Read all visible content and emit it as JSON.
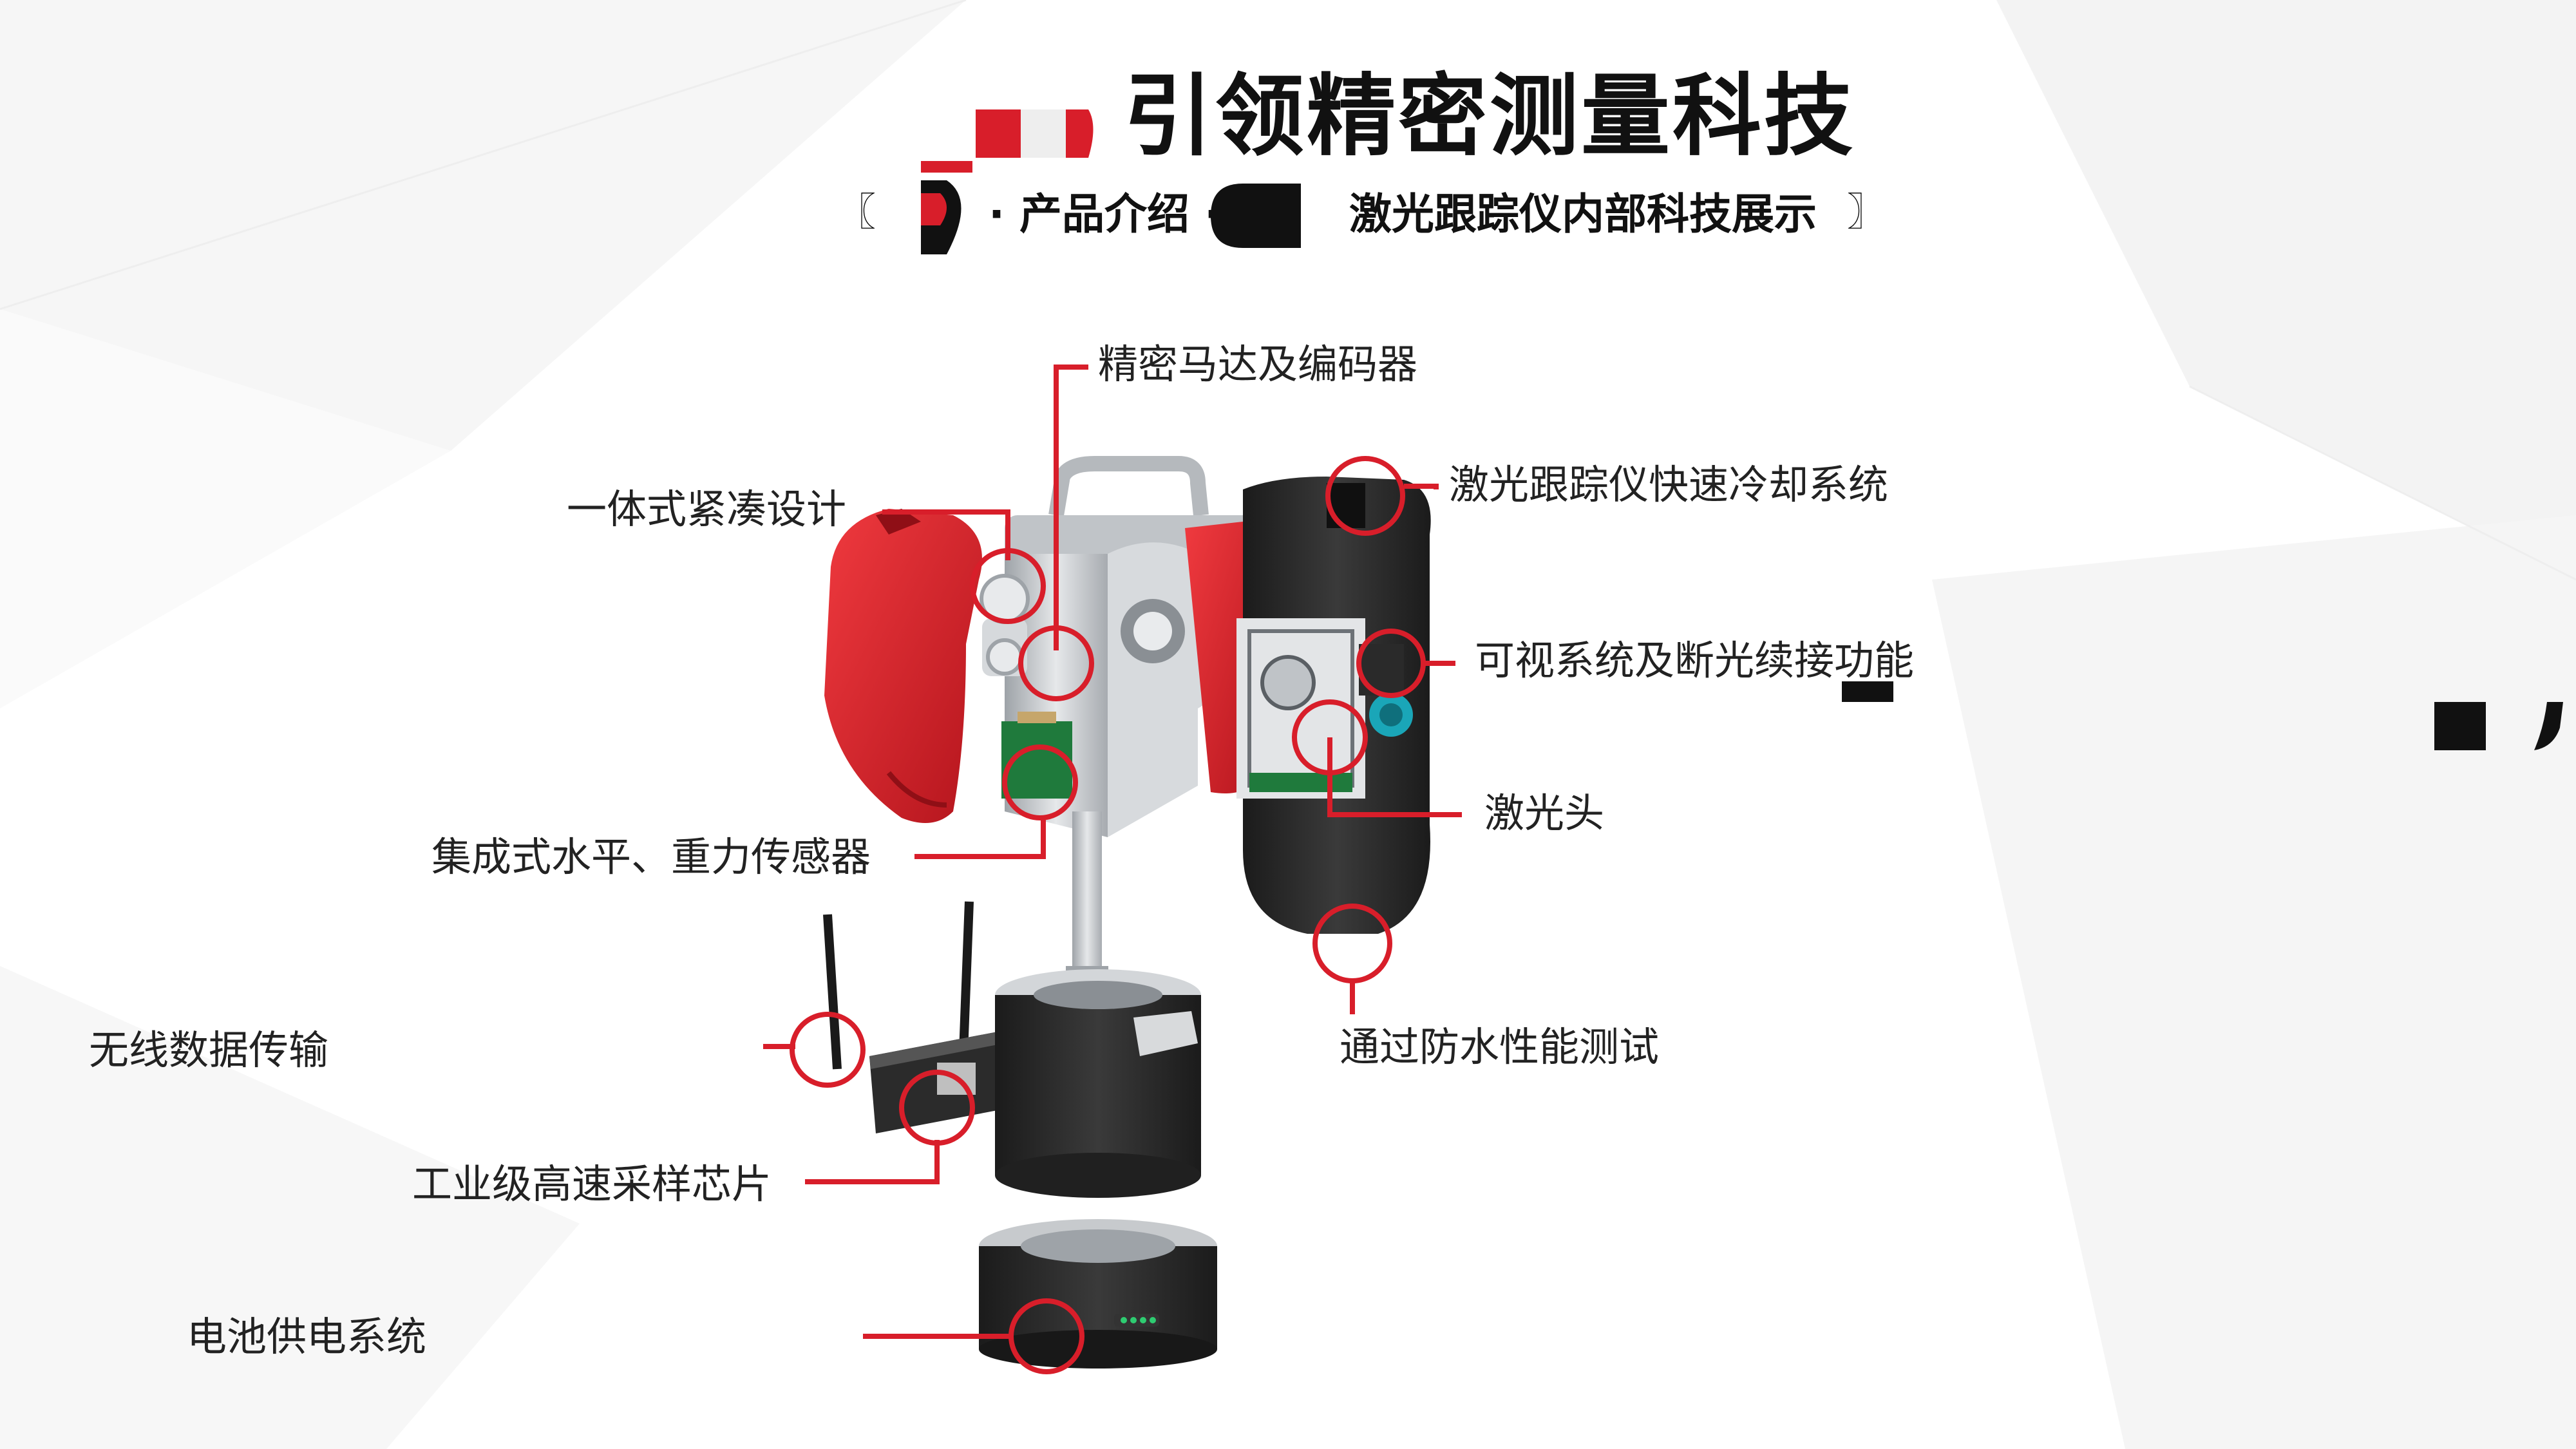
{
  "header": {
    "title": "引领精密测量科技",
    "subtitle_left_bracket": "〖",
    "subtitle_section": "· 产品介绍 ·",
    "subtitle_topic": "激光跟踪仪内部科技展示",
    "subtitle_right_bracket": "〗"
  },
  "callouts": {
    "motor_encoder": "精密马达及编码器",
    "compact_design": "一体式紧凑设计",
    "cooling_system": "激光跟踪仪快速冷却系统",
    "vision_system": "可视系统及断光续接功能",
    "laser_head": "激光头",
    "level_sensor": "集成式水平、重力传感器",
    "waterproof": "通过防水性能测试",
    "wireless": "无线数据传输",
    "sampling_chip": "工业级高速采样芯片",
    "battery": "电池供电系统"
  },
  "colors": {
    "accent_red": "#d81e2a",
    "dark_body": "#2a2a2a",
    "aluminum": "#c9ccd0"
  }
}
